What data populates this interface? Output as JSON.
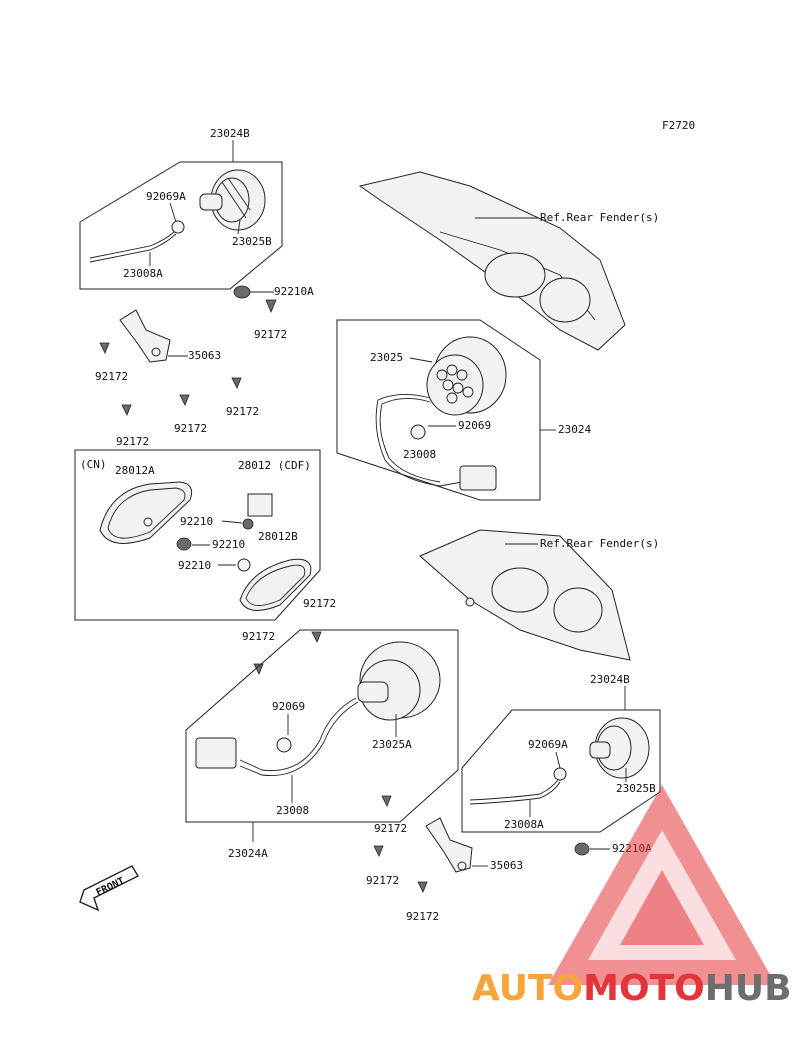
{
  "figure_id": "F2720",
  "labels": {
    "ref_rear_fender_1": "Ref.Rear Fender(s)",
    "ref_rear_fender_2": "Ref.Rear Fender(s)",
    "p23024B_top": "23024B",
    "p92069A_top": "92069A",
    "p23025B_top": "23025B",
    "p23008A_top": "23008A",
    "p92210A_top": "92210A",
    "p92172_a": "92172",
    "p35063_top": "35063",
    "p92172_b": "92172",
    "p92172_c": "92172",
    "p92172_d": "92172",
    "p92172_e": "92172",
    "p23025": "23025",
    "p92069": "92069",
    "p23024": "23024",
    "p23008": "23008",
    "cn": "(CN)",
    "p28012A": "28012A",
    "p28012_cdf": "28012 (CDF)",
    "p92210_1": "92210",
    "p92210_2": "92210",
    "p28012B": "28012B",
    "p92210_3": "92210",
    "p92172_f": "92172",
    "p92172_g": "92172",
    "p92069_bot": "92069",
    "p23025A": "23025A",
    "p23008_bot": "23008",
    "p23024A": "23024A",
    "p23024B_bot": "23024B",
    "p92069A_bot": "92069A",
    "p23025B_bot": "23025B",
    "p23008A_bot": "23008A",
    "p92210A_bot": "92210A",
    "p92172_h": "92172",
    "p92172_i": "92172",
    "p35063_bot": "35063",
    "p92172_j": "92172",
    "front": "FRONT"
  },
  "watermark": {
    "part1": "AUTO",
    "part2": "MOTO",
    "part3": "HUB",
    "colors": {
      "orange": "#f6a53a",
      "red": "#e3343a",
      "gray": "#6d6d6d"
    }
  }
}
